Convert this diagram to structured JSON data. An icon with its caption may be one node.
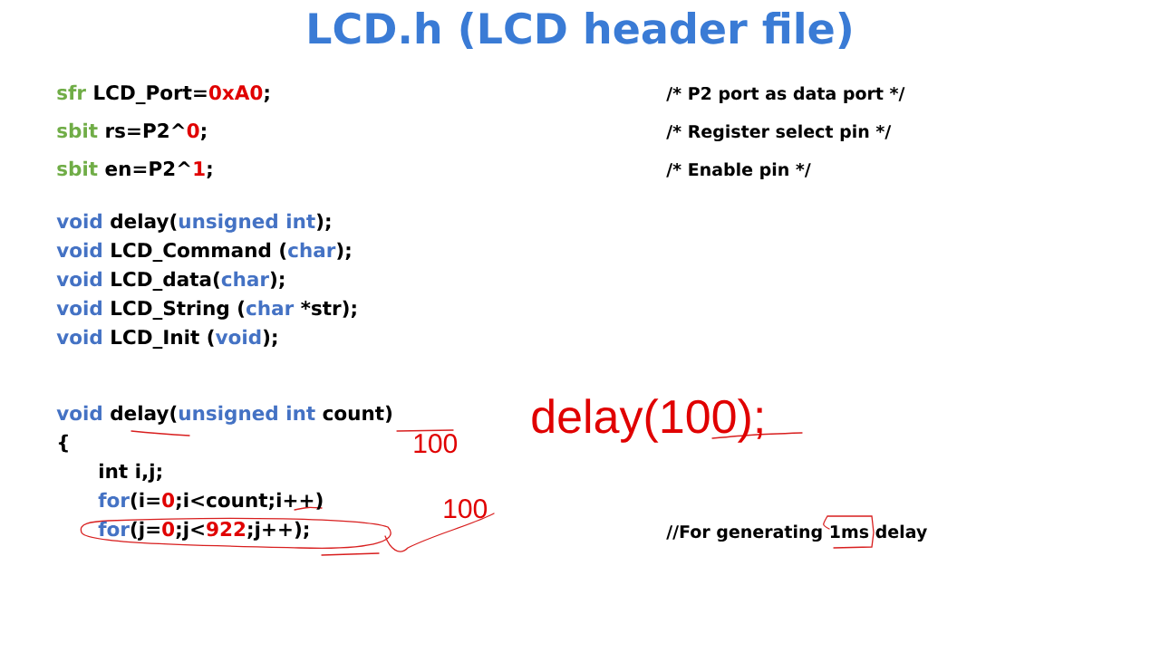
{
  "diagram": {
    "title": "LCD.h (LCD header file)",
    "labels": [
      "sfr",
      "LCD_Port=",
      "0xA0",
      ";",
      "/* P2 port as data port */",
      "sbit",
      "rs=P2^",
      "0",
      ";",
      "/* Register select pin */",
      "sbit",
      "en=P2^",
      "1",
      ";",
      "/* Enable pin */",
      "void",
      "delay(",
      "unsigned int",
      ");",
      "void",
      "LCD_Command (",
      "char",
      ");",
      "void",
      "LCD_data(",
      "char",
      ");",
      "void",
      "LCD_String (",
      "char",
      "*str);",
      "void",
      "LCD_Init (",
      "void",
      ");",
      "void",
      "delay(",
      "unsigned int",
      "count)",
      "delay(100);",
      "{",
      "100",
      "int i,j;",
      "for",
      "(i=",
      "0",
      ";i<count;i++)",
      "100",
      "for",
      "(j=",
      "0",
      ";j<",
      "922",
      ";j++);",
      "//For generating 1ms delay"
    ]
  }
}
